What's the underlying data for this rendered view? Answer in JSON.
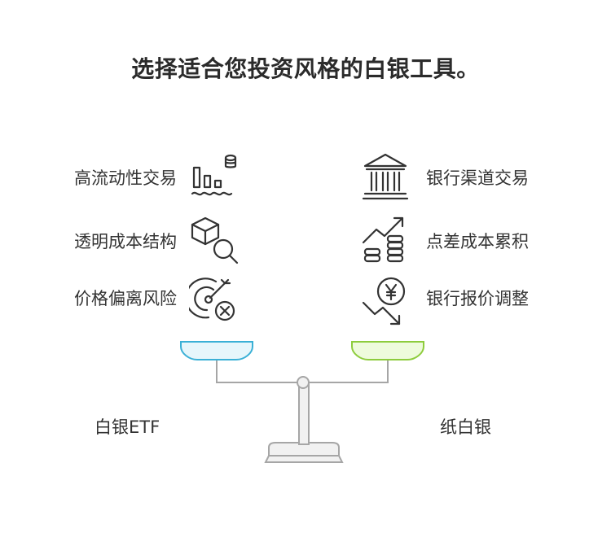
{
  "title": "选择适合您投资风格的白银工具。",
  "left": {
    "name": "白银ETF",
    "items": [
      {
        "label": "高流动性交易",
        "icon": "bar-chart-coins-icon"
      },
      {
        "label": "透明成本结构",
        "icon": "box-magnifier-icon"
      },
      {
        "label": "价格偏离风险",
        "icon": "target-cancel-icon"
      }
    ]
  },
  "right": {
    "name": "纸白银",
    "items": [
      {
        "label": "银行渠道交易",
        "icon": "bank-icon"
      },
      {
        "label": "点差成本累积",
        "icon": "rising-coins-icon"
      },
      {
        "label": "银行报价调整",
        "icon": "yen-coin-arrow-icon"
      }
    ]
  },
  "colors": {
    "left_pan_fill": "#e6f6fb",
    "left_pan_stroke": "#3ab0d6",
    "right_pan_fill": "#eefbdc",
    "right_pan_stroke": "#8dcc3c",
    "beam": "#a6a6a6",
    "icon_stroke": "#333333"
  }
}
